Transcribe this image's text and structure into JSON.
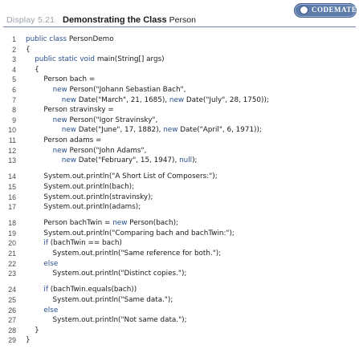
{
  "caption": {
    "label": "Display 5.21",
    "title_prefix": "Demonstrating the Class",
    "title_class": "Person"
  },
  "badge": {
    "text": "CODEMATE"
  },
  "colors": {
    "keyword": "#2a4f8f",
    "rule": "#6e84a8",
    "badge": "#5d7caa"
  },
  "code_lines": [
    {
      "n": "1",
      "segs": [
        {
          "k": true,
          "t": "public class "
        },
        {
          "t": "PersonDemo"
        }
      ]
    },
    {
      "n": "2",
      "segs": [
        {
          "t": "{"
        }
      ]
    },
    {
      "n": "3",
      "segs": [
        {
          "t": "    "
        },
        {
          "k": true,
          "t": "public static void "
        },
        {
          "t": "main(String[] args)"
        }
      ]
    },
    {
      "n": "4",
      "segs": [
        {
          "t": "    {"
        }
      ]
    },
    {
      "n": "5",
      "segs": [
        {
          "t": "        Person bach ="
        }
      ]
    },
    {
      "n": "6",
      "segs": [
        {
          "t": "            "
        },
        {
          "k": true,
          "t": "new "
        },
        {
          "t": "Person(\"Johann Sebastian Bach\","
        }
      ]
    },
    {
      "n": "7",
      "segs": [
        {
          "t": "                "
        },
        {
          "k": true,
          "t": "new "
        },
        {
          "t": "Date(\"March\", 21, 1685), "
        },
        {
          "k": true,
          "t": "new "
        },
        {
          "t": "Date(\"July\", 28, 1750));"
        }
      ]
    },
    {
      "n": "8",
      "segs": [
        {
          "t": "        Person stravinsky ="
        }
      ]
    },
    {
      "n": "9",
      "segs": [
        {
          "t": "            "
        },
        {
          "k": true,
          "t": "new "
        },
        {
          "t": "Person(\"Igor Stravinsky\","
        }
      ]
    },
    {
      "n": "10",
      "segs": [
        {
          "t": "                "
        },
        {
          "k": true,
          "t": "new "
        },
        {
          "t": "Date(\"June\", 17, 1882), "
        },
        {
          "k": true,
          "t": "new "
        },
        {
          "t": "Date(\"April\", 6, 1971));"
        }
      ]
    },
    {
      "n": "11",
      "segs": [
        {
          "t": "        Person adams ="
        }
      ]
    },
    {
      "n": "12",
      "segs": [
        {
          "t": "            "
        },
        {
          "k": true,
          "t": "new "
        },
        {
          "t": "Person(\"John Adams\","
        }
      ]
    },
    {
      "n": "13",
      "segs": [
        {
          "t": "                "
        },
        {
          "k": true,
          "t": "new "
        },
        {
          "t": "Date(\"February\", 15, 1947), "
        },
        {
          "k": true,
          "t": "null"
        },
        {
          "t": ");"
        }
      ]
    },
    {
      "n": "14",
      "gap": true,
      "segs": [
        {
          "t": "        System.out.println(\"A Short List of Composers:\");"
        }
      ]
    },
    {
      "n": "15",
      "segs": [
        {
          "t": "        System.out.println(bach);"
        }
      ]
    },
    {
      "n": "16",
      "segs": [
        {
          "t": "        System.out.println(stravinsky);"
        }
      ]
    },
    {
      "n": "17",
      "segs": [
        {
          "t": "        System.out.println(adams);"
        }
      ]
    },
    {
      "n": "18",
      "gap": true,
      "segs": [
        {
          "t": "        Person bachTwin = "
        },
        {
          "k": true,
          "t": "new "
        },
        {
          "t": "Person(bach);"
        }
      ]
    },
    {
      "n": "19",
      "segs": [
        {
          "t": "        System.out.println(\"Comparing bach and bachTwin:\");"
        }
      ]
    },
    {
      "n": "20",
      "segs": [
        {
          "t": "        "
        },
        {
          "k": true,
          "t": "if "
        },
        {
          "t": "(bachTwin == bach)"
        }
      ]
    },
    {
      "n": "21",
      "segs": [
        {
          "t": "            System.out.println(\"Same reference for both.\");"
        }
      ]
    },
    {
      "n": "22",
      "segs": [
        {
          "t": "        "
        },
        {
          "k": true,
          "t": "else"
        }
      ]
    },
    {
      "n": "23",
      "segs": [
        {
          "t": "            System.out.println(\"Distinct copies.\");"
        }
      ]
    },
    {
      "n": "24",
      "gap": true,
      "segs": [
        {
          "t": "        "
        },
        {
          "k": true,
          "t": "if "
        },
        {
          "t": "(bachTwin.equals(bach))"
        }
      ]
    },
    {
      "n": "25",
      "segs": [
        {
          "t": "            System.out.println(\"Same data.\");"
        }
      ]
    },
    {
      "n": "26",
      "segs": [
        {
          "t": "        "
        },
        {
          "k": true,
          "t": "else"
        }
      ]
    },
    {
      "n": "27",
      "segs": [
        {
          "t": "            System.out.println(\"Not same data.\");"
        }
      ]
    },
    {
      "n": "28",
      "segs": [
        {
          "t": "    }"
        }
      ]
    },
    {
      "n": "29",
      "segs": [
        {
          "t": "}"
        }
      ]
    }
  ]
}
